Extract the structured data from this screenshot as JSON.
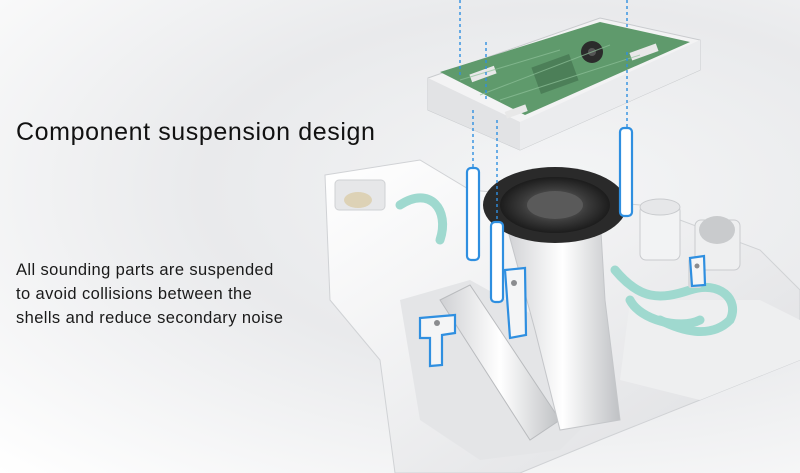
{
  "headline": "Component suspension design",
  "description_lines": [
    "All sounding parts are suspended",
    "to avoid collisions between the",
    "shells and reduce secondary noise"
  ],
  "colors": {
    "accent_blue": "#2f8fe0",
    "tube_teal": "#9fd9cf",
    "pcb_green": "#5f9a6c",
    "shell_white": "#f6f6f6",
    "text": "#111111"
  }
}
